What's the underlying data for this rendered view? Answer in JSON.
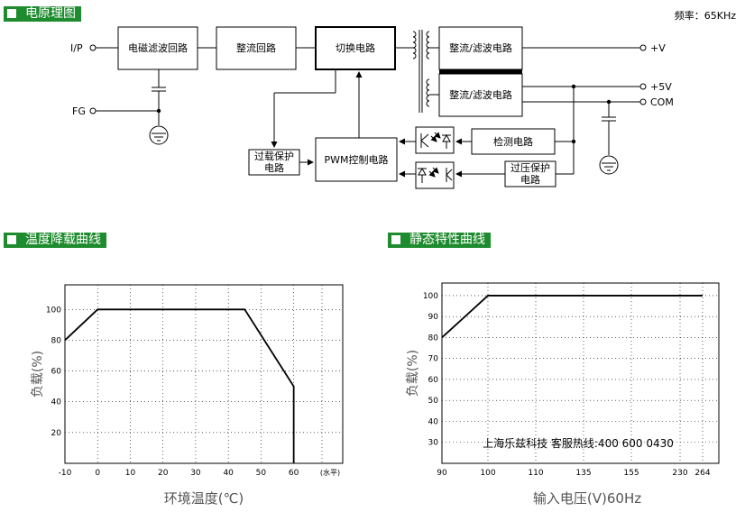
{
  "headers": {
    "schematic": "电原理图",
    "derating": "温度降载曲线",
    "static": "静态特性曲线"
  },
  "frequency": "频率：65KHz",
  "schematic": {
    "blocks": {
      "emi_filter": "电磁滤波回路",
      "rectifier": "整流回路",
      "switching": "切换电路",
      "rect_filter_1": "整流/滤波电路",
      "rect_filter_2": "整流/滤波电路",
      "pwm": "PWM控制电路",
      "overload_l1": "过载保护",
      "overload_l2": "电路",
      "detection": "检测电路",
      "overvoltage_l1": "过压保护",
      "overvoltage_l2": "电路"
    },
    "terminals": {
      "ip": "I/P",
      "fg": "FG",
      "plus_v": "+V",
      "plus_5v": "+5V",
      "com": "COM"
    }
  },
  "chart_data": [
    {
      "type": "line",
      "title": "",
      "xlabel": "环境温度(℃)",
      "ylabel": "负载(%)",
      "x_unit_label": "(水平)",
      "xticks": [
        -10,
        0,
        10,
        20,
        30,
        40,
        50,
        60
      ],
      "yticks": [
        20,
        40,
        60,
        80,
        100
      ],
      "xlim": [
        -10,
        75
      ],
      "ylim": [
        0,
        116
      ],
      "series": [
        {
          "x": [
            -10,
            0,
            45,
            60,
            60
          ],
          "y": [
            80,
            100,
            100,
            50,
            0
          ]
        }
      ]
    },
    {
      "type": "line",
      "title": "",
      "xlabel": "输入电压(V)60Hz",
      "ylabel": "负载(%)",
      "xtick_labels": [
        "90",
        "100",
        "110",
        "135",
        "155",
        "230",
        "264"
      ],
      "yticks": [
        30,
        40,
        50,
        60,
        70,
        80,
        90,
        100
      ],
      "ylim": [
        20,
        106
      ],
      "series": [
        {
          "x": [
            "90",
            "100",
            "264"
          ],
          "y": [
            80,
            100,
            100
          ]
        }
      ],
      "annotation": "上海乐兹科技 客服热线:400 600 0430"
    }
  ]
}
